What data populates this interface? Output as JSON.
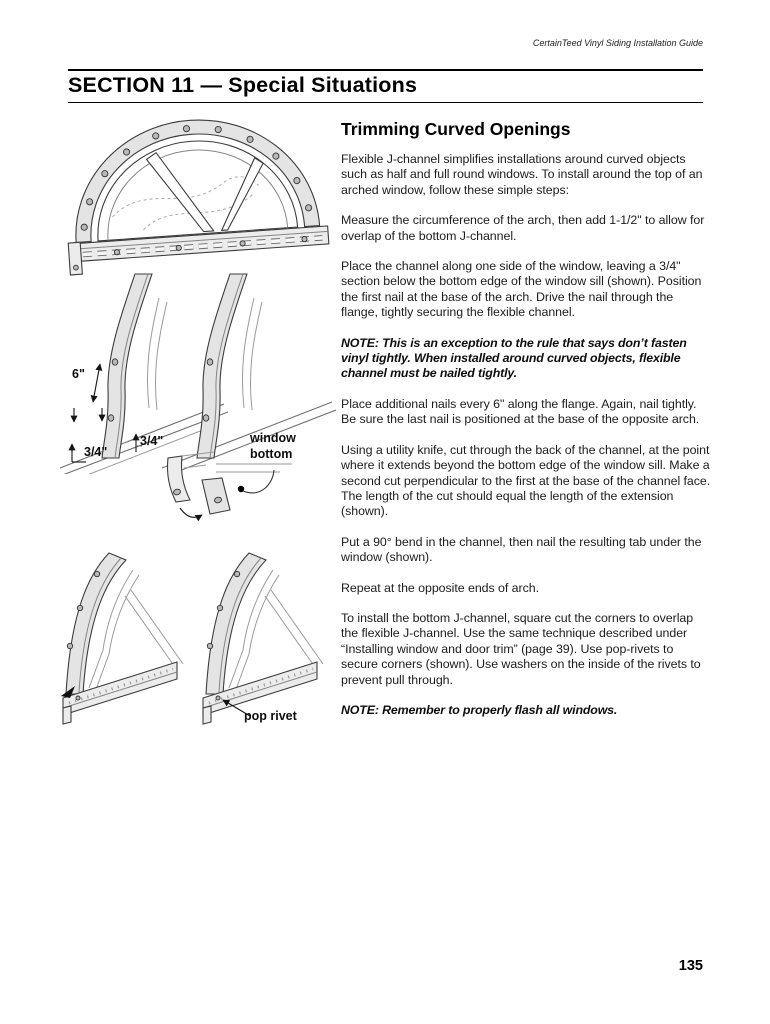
{
  "header": {
    "guide_title": "CertainTeed Vinyl Siding Installation Guide"
  },
  "section": {
    "title": "SECTION 11 — Special Situations"
  },
  "article": {
    "heading": "Trimming Curved Openings",
    "paragraphs": [
      {
        "text": "Flexible J-channel simplifies installations around curved objects such as half and full round windows. To install around the top of an arched window, follow these simple steps:"
      },
      {
        "text": "Measure the circumference of the arch, then add 1-1/2\" to allow for overlap of the bottom J-channel."
      },
      {
        "text": "Place the channel along one side of the window, leaving a 3/4\" section below the bottom edge of the window sill (shown). Position the first nail at the base of the arch. Drive the nail through the flange, tightly securing the flexible channel."
      },
      {
        "text": "NOTE: This is an exception to the rule that says don’t fasten vinyl tightly. When installed around curved objects, flexible channel must be nailed tightly."
      },
      {
        "text": "Place additional nails every 6\" along the flange. Again, nail tightly. Be sure the last nail is positioned at the base of the opposite arch."
      },
      {
        "text": "Using a utility knife, cut through the back of the channel, at the point where it extends beyond the bottom edge of the window sill. Make a second cut perpendicular to the first at the base of the channel face. The length of the cut should equal the length of the extension (shown)."
      },
      {
        "text": "Put a 90° bend in the channel, then nail the resulting tab under the window (shown)."
      },
      {
        "text": "Repeat at the opposite ends of arch."
      },
      {
        "text": "To install the bottom J-channel, square cut the corners to overlap the flexible J-channel. Use the same technique described under “Installing window and door trim” (page 39). Use pop-rivets to secure corners (shown). Use washers on the inside of the rivets to prevent pull through."
      },
      {
        "text": "NOTE: Remember to properly flash all windows."
      }
    ]
  },
  "figures": {
    "labels": {
      "dim_six": "6\"",
      "dim_three_quarter_left": "3/4\"",
      "dim_three_quarter_right": "3/4\"",
      "window_bottom_line1": "window",
      "window_bottom_line2": "bottom",
      "pop_rivet": "pop rivet"
    }
  },
  "footer": {
    "page_number": "135"
  }
}
